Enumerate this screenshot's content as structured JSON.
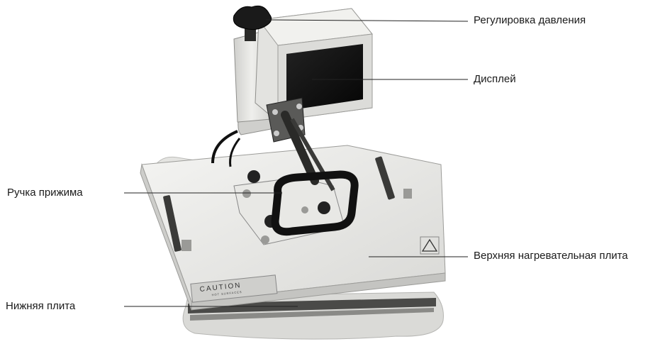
{
  "labels": {
    "pressure_adjust": "Регулировка давления",
    "display": "Дисплей",
    "press_handle": "Ручка прижима",
    "upper_heat_plate": "Верхняя нагревательная плита",
    "lower_plate": "Нижняя плита"
  },
  "device": {
    "caution_text": "CAUTION",
    "caution_subtext": "HOT SURFACES"
  }
}
